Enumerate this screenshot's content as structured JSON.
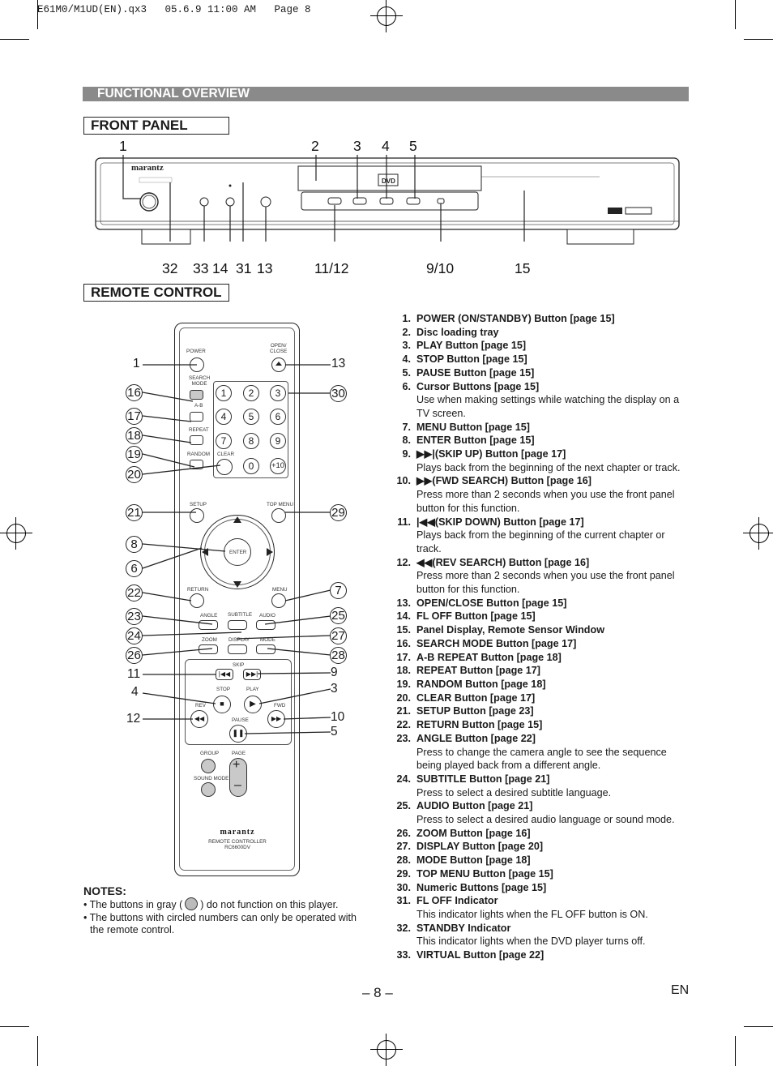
{
  "header": "E61M0/M1UD(EN).qx3   05.6.9 11:00 AM   Page 8",
  "section_title": "FUNCTIONAL OVERVIEW",
  "front_panel": {
    "title": "FRONT PANEL",
    "brand": "marantz",
    "top_labels": [
      "1",
      "2",
      "3",
      "4",
      "5"
    ],
    "bottom_labels": [
      "32",
      "33",
      "14",
      "31",
      "13",
      "11/12",
      "9/10",
      "15"
    ]
  },
  "remote_control": {
    "title": "REMOTE CONTROL",
    "labels": {
      "power": "POWER",
      "open_close": "OPEN/\nCLOSE",
      "search_mode": "SEARCH\nMODE",
      "ab": "A-B",
      "repeat": "REPEAT",
      "random": "RANDOM",
      "clear": "CLEAR",
      "setup": "SETUP",
      "top_menu": "TOP MENU",
      "enter": "ENTER",
      "return": "RETURN",
      "menu": "MENU",
      "angle": "ANGLE",
      "subtitle": "SUBTITLE",
      "audio": "AUDIO",
      "zoom": "ZOOM",
      "display": "DISPLAY",
      "mode": "MODE",
      "skip": "SKIP",
      "stop": "STOP",
      "play": "PLAY",
      "rev": "REV",
      "fwd": "FWD",
      "pause": "PAUSE",
      "group": "GROUP",
      "page": "PAGE",
      "sound_mode": "SOUND MODE",
      "brand": "marantz",
      "model_line1": "REMOTE CONTROLLER",
      "model_line2": "RC6600DV"
    },
    "numbers": [
      "1",
      "2",
      "3",
      "4",
      "5",
      "6",
      "7",
      "8",
      "9",
      "0",
      "+10"
    ],
    "left_callouts": [
      "1",
      "16",
      "17",
      "18",
      "19",
      "20",
      "21",
      "8",
      "6",
      "22",
      "23",
      "24",
      "26",
      "11",
      "4",
      "12"
    ],
    "right_callouts": [
      "13",
      "30",
      "29",
      "7",
      "25",
      "27",
      "28",
      "9",
      "3",
      "10",
      "5"
    ]
  },
  "items": [
    {
      "n": "1.",
      "t": "POWER (ON/STANDBY) Button [page 15]",
      "d": ""
    },
    {
      "n": "2.",
      "t": "Disc loading tray",
      "d": ""
    },
    {
      "n": "3.",
      "t": "PLAY Button [page 15]",
      "d": ""
    },
    {
      "n": "4.",
      "t": "STOP Button [page 15]",
      "d": ""
    },
    {
      "n": "5.",
      "t": "PAUSE Button [page 15]",
      "d": ""
    },
    {
      "n": "6.",
      "t": "Cursor Buttons [page 15]",
      "d": "Use when making settings while watching the display on a TV screen."
    },
    {
      "n": "7.",
      "t": "MENU Button [page 15]",
      "d": ""
    },
    {
      "n": "8.",
      "t": "ENTER Button [page 15]",
      "d": ""
    },
    {
      "n": "9.",
      "t": "▶▶|(SKIP UP) Button [page 17]",
      "d": "Plays back from the beginning of the next chapter or track."
    },
    {
      "n": "10.",
      "t": "▶▶(FWD SEARCH) Button [page 16]",
      "d": "Press more than 2 seconds when you use the front panel button for this function."
    },
    {
      "n": "11.",
      "t": "|◀◀(SKIP DOWN) Button [page 17]",
      "d": "Plays back from the beginning of the current chapter or track."
    },
    {
      "n": "12.",
      "t": "◀◀(REV SEARCH) Button [page 16]",
      "d": "Press more than 2 seconds when you use the front panel button for this function."
    },
    {
      "n": "13.",
      "t": "OPEN/CLOSE Button [page 15]",
      "d": ""
    },
    {
      "n": "14.",
      "t": "FL OFF Button [page 15]",
      "d": ""
    },
    {
      "n": "15.",
      "t": "Panel Display, Remote Sensor Window",
      "d": ""
    },
    {
      "n": "16.",
      "t": "SEARCH MODE Button [page 17]",
      "d": ""
    },
    {
      "n": "17.",
      "t": "A-B REPEAT Button [page 18]",
      "d": ""
    },
    {
      "n": "18.",
      "t": "REPEAT Button [page 17]",
      "d": ""
    },
    {
      "n": "19.",
      "t": "RANDOM Button [page 18]",
      "d": ""
    },
    {
      "n": "20.",
      "t": "CLEAR Button [page 17]",
      "d": ""
    },
    {
      "n": "21.",
      "t": "SETUP Button [page 23]",
      "d": ""
    },
    {
      "n": "22.",
      "t": "RETURN Button [page 15]",
      "d": ""
    },
    {
      "n": "23.",
      "t": "ANGLE Button [page 22]",
      "d": "Press to change the camera angle to see the sequence being played back from a different angle."
    },
    {
      "n": "24.",
      "t": "SUBTITLE Button [page 21]",
      "d": "Press to select a desired subtitle language."
    },
    {
      "n": "25.",
      "t": "AUDIO Button [page 21]",
      "d": "Press to select a desired audio language or sound mode."
    },
    {
      "n": "26.",
      "t": "ZOOM Button [page 16]",
      "d": ""
    },
    {
      "n": "27.",
      "t": "DISPLAY Button [page 20]",
      "d": ""
    },
    {
      "n": "28.",
      "t": "MODE Button [page 18]",
      "d": ""
    },
    {
      "n": "29.",
      "t": "TOP MENU Button [page 15]",
      "d": ""
    },
    {
      "n": "30.",
      "t": "Numeric Buttons [page 15]",
      "d": ""
    },
    {
      "n": "31.",
      "t": "FL OFF Indicator",
      "d": "This indicator lights when the FL OFF button is ON."
    },
    {
      "n": "32.",
      "t": "STANDBY Indicator",
      "d": "This indicator lights when the DVD player turns off."
    },
    {
      "n": "33.",
      "t": "VIRTUAL Button [page 22]",
      "d": ""
    }
  ],
  "notes": {
    "heading": "NOTES:",
    "line1_a": "• The buttons in gray (",
    "line1_b": ") do not function on this player.",
    "line2": "• The buttons with circled numbers can only be operated with the remote control."
  },
  "footer": {
    "page": "– 8 –",
    "lang": "EN"
  }
}
